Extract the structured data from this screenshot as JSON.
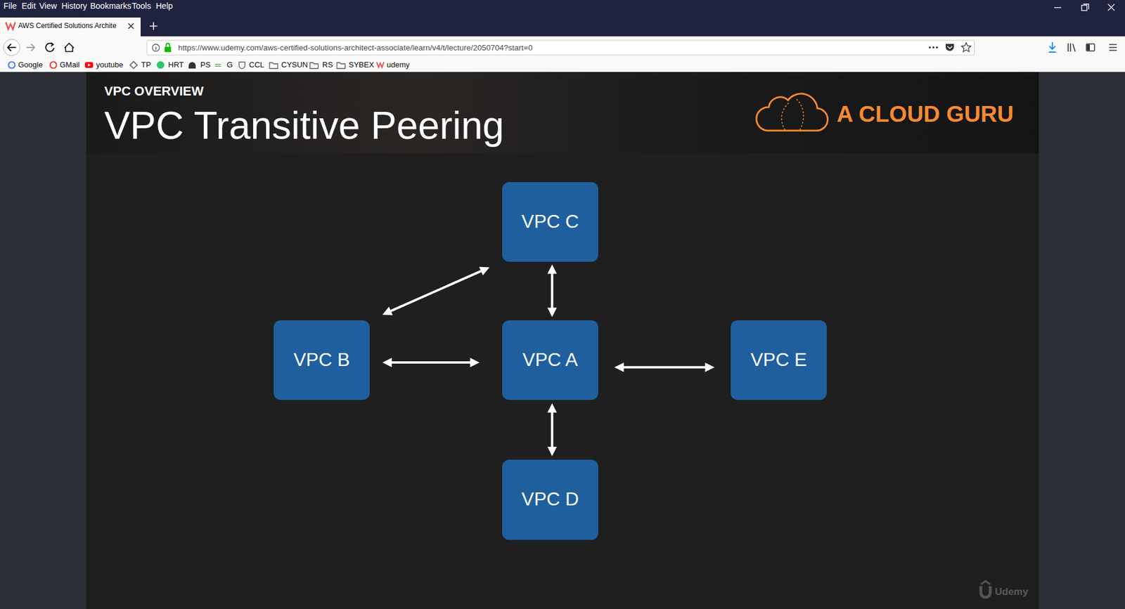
{
  "diagram": {
    "title": "VPC Transitive Peering",
    "nodes": [
      {
        "text": [
          "VPC C"
        ]
      },
      {
        "text": [
          "VPC B"
        ]
      },
      {
        "text": [
          "VPC A"
        ]
      },
      {
        "text": [
          "VPC E"
        ]
      },
      {
        "text": [
          "VPC D"
        ]
      }
    ],
    "edges": [
      {
        "from": 1,
        "to": 0,
        "arrow": "both"
      },
      {
        "from": 0,
        "to": 2,
        "arrow": "both"
      },
      {
        "from": 1,
        "to": 2,
        "arrow": "both"
      },
      {
        "from": 2,
        "to": 3,
        "arrow": "both"
      },
      {
        "from": 2,
        "to": 4,
        "arrow": "both"
      }
    ],
    "labels": [
      "File",
      "Edit",
      "View",
      "History",
      "Bookmarks",
      "Tools",
      "Help",
      "AWS Certified Solutions Archite",
      "https://www.udemy.com/aws-certified-solutions-architect-associate/learn/v4/t/lecture/2050704?start=0",
      "Google",
      "GMail",
      "youtube",
      "TP",
      "HRT",
      "PS",
      "G",
      "CCL",
      "CYSUN",
      "RS",
      "SYBEX",
      "udemy",
      "VPC OVERVIEW",
      "A CLOUD GURU",
      "Udemy"
    ]
  }
}
